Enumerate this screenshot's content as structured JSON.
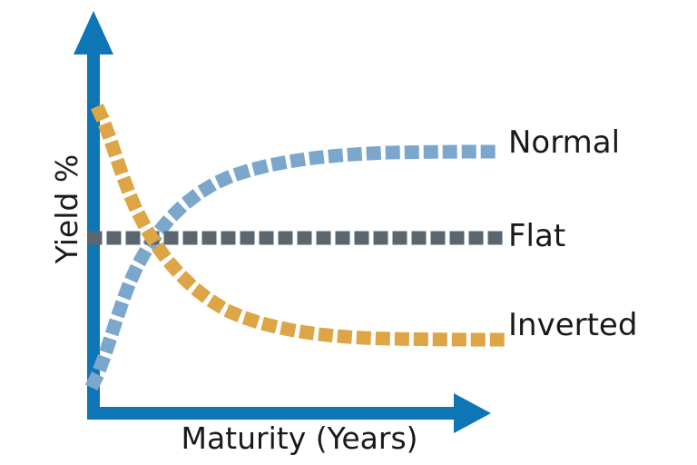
{
  "chart_data": {
    "type": "line",
    "title": "",
    "subtitle": "",
    "xlabel": "Maturity (Years)",
    "ylabel": "Yield %",
    "grid": false,
    "legend_position": "right-inline-labels",
    "axis_style": "arrow-axes-no-ticks",
    "x": [
      0,
      1,
      2,
      3,
      4,
      5,
      6,
      7,
      8,
      9,
      10
    ],
    "xlim": [
      0,
      10
    ],
    "ylim": [
      0,
      10
    ],
    "series": [
      {
        "name": "Normal",
        "label": "Normal",
        "color": "#7BA7CC",
        "linestyle": "dotted",
        "values": [
          0.9,
          3.2,
          4.8,
          5.7,
          6.3,
          6.7,
          6.95,
          7.1,
          7.2,
          7.25,
          7.3
        ]
      },
      {
        "name": "Flat",
        "label": "Flat",
        "color": "#5B6770",
        "linestyle": "dotted",
        "values": [
          5.0,
          5.0,
          5.0,
          5.0,
          5.0,
          5.0,
          5.0,
          5.0,
          5.0,
          5.0,
          5.0
        ]
      },
      {
        "name": "Inverted",
        "label": "Inverted",
        "color": "#DDA546",
        "linestyle": "dotted",
        "values": [
          9.1,
          6.8,
          5.3,
          4.3,
          3.6,
          3.15,
          2.9,
          2.75,
          2.65,
          2.6,
          2.58
        ]
      }
    ],
    "annotations": []
  },
  "axes": {
    "y_axis_name": "y-axis-arrow",
    "x_axis_name": "x-axis-arrow",
    "color": "#0E76B4"
  },
  "colors": {
    "axis_blue": "#0E76B4",
    "normal_blue": "#7BA7CC",
    "flat_gray": "#5B6770",
    "inverted_orange": "#DDA546",
    "text_black": "#1A1A1A",
    "background": "#FFFFFF"
  }
}
